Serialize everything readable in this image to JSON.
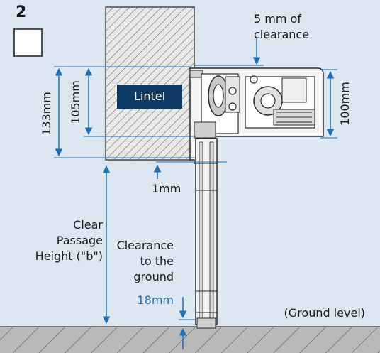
{
  "step_number": "2",
  "labels": {
    "lintel": "Lintel",
    "clearance_top_line1": "5 mm of",
    "clearance_top_line2": "clearance",
    "dim_133": "133mm",
    "dim_105": "105mm",
    "dim_100": "100mm",
    "dim_1mm": "1mm",
    "clear_passage_line1": "Clear",
    "clear_passage_line2": "Passage",
    "clear_passage_line3": "Height (\"b\")",
    "clearance_ground_line1": "Clearance",
    "clearance_ground_line2": "to the",
    "clearance_ground_line3": "ground",
    "dim_18mm": "18mm",
    "ground_level": "(Ground level)"
  },
  "colors": {
    "background": "#dce7f1",
    "lintel_label_bg": "#0d3b66",
    "accent_blue": "#1f6fb5"
  }
}
